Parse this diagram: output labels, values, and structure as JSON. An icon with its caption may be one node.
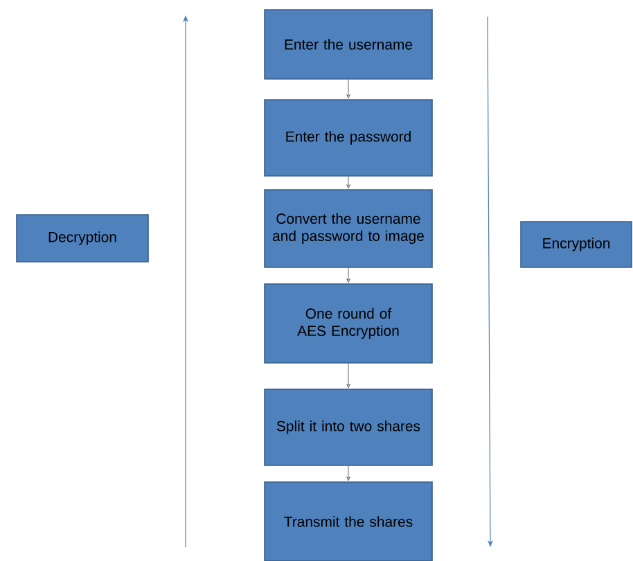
{
  "diagram": {
    "nodes": [
      {
        "text": [
          "Enter the username"
        ]
      },
      {
        "text": [
          "Enter the password"
        ]
      },
      {
        "text": [
          "Convert the username and password to image"
        ]
      },
      {
        "text": [
          "One round of AES Encryption"
        ]
      },
      {
        "text": [
          "Split it into two shares"
        ]
      },
      {
        "text": [
          "Transmit the shares"
        ]
      },
      {
        "text": [
          "Decryption"
        ]
      },
      {
        "text": [
          "Encryption"
        ]
      }
    ],
    "edges": [
      {
        "from": 0,
        "to": 1,
        "arrow": "to"
      },
      {
        "from": 1,
        "to": 2,
        "arrow": "to"
      },
      {
        "from": 2,
        "to": 3,
        "arrow": "to"
      },
      {
        "from": 3,
        "to": 4,
        "arrow": "to"
      },
      {
        "from": 4,
        "to": 5,
        "arrow": "to"
      }
    ]
  }
}
